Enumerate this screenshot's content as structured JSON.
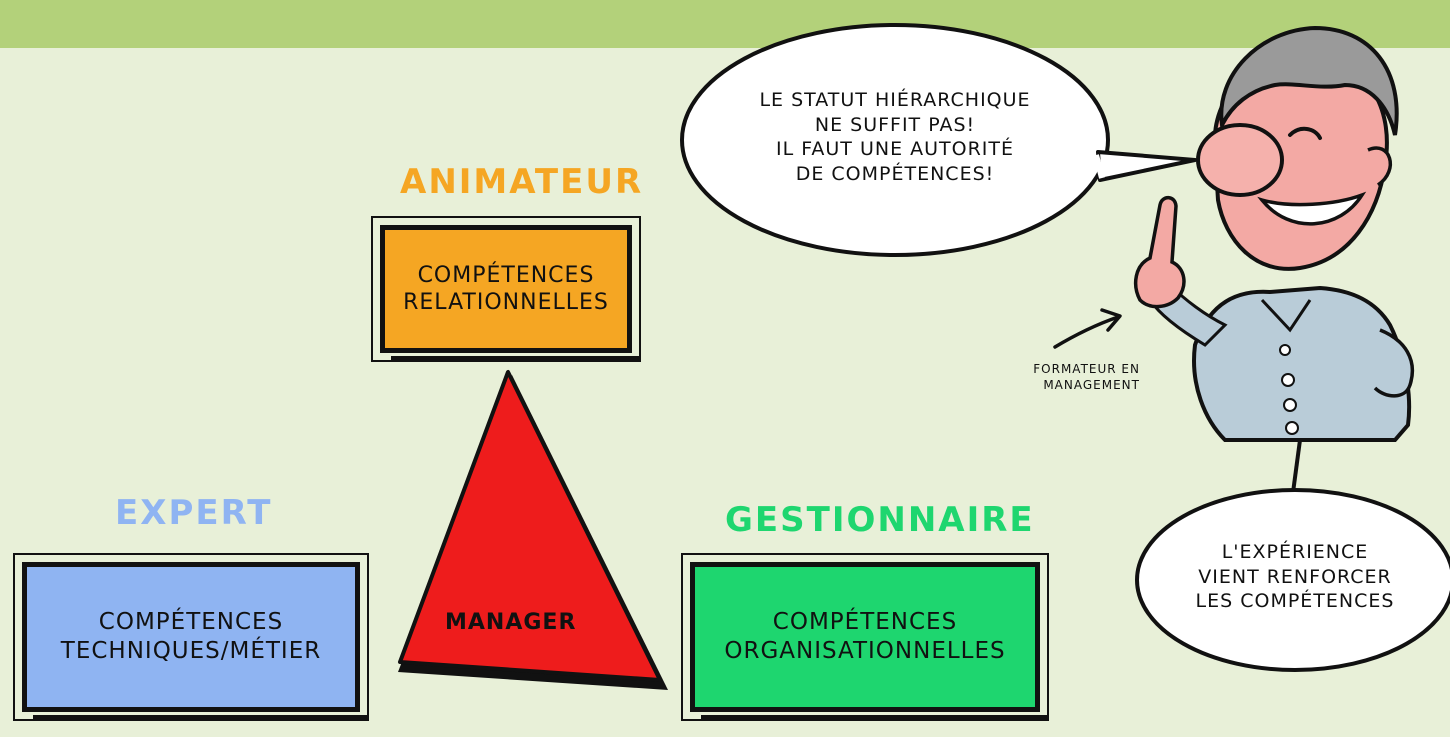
{
  "colors": {
    "background": "#e8f0d8",
    "header_bar": "#b3d17a",
    "animateur": "#f5a623",
    "expert": "#8fb4f2",
    "gestionnaire": "#1ed66f",
    "manager_triangle": "#ee1c1c"
  },
  "roles": {
    "animateur": {
      "label": "Animateur",
      "box": "Compétences\nrelationnelles"
    },
    "expert": {
      "label": "Expert",
      "box": "Compétences\ntechniques/métier"
    },
    "gestionnaire": {
      "label": "Gestionnaire",
      "box": "Compétences\norganisationnelles"
    }
  },
  "center": {
    "label": "Manager"
  },
  "speech_bubble": {
    "text": "Le statut hiérarchique\nne suffit pas!\nIl faut une autorité\nde compétences!"
  },
  "thought_bubble": {
    "text": "L'expérience\nvient renforcer\nles compétences"
  },
  "character_caption": {
    "text": "Formateur en\nmanagement"
  }
}
